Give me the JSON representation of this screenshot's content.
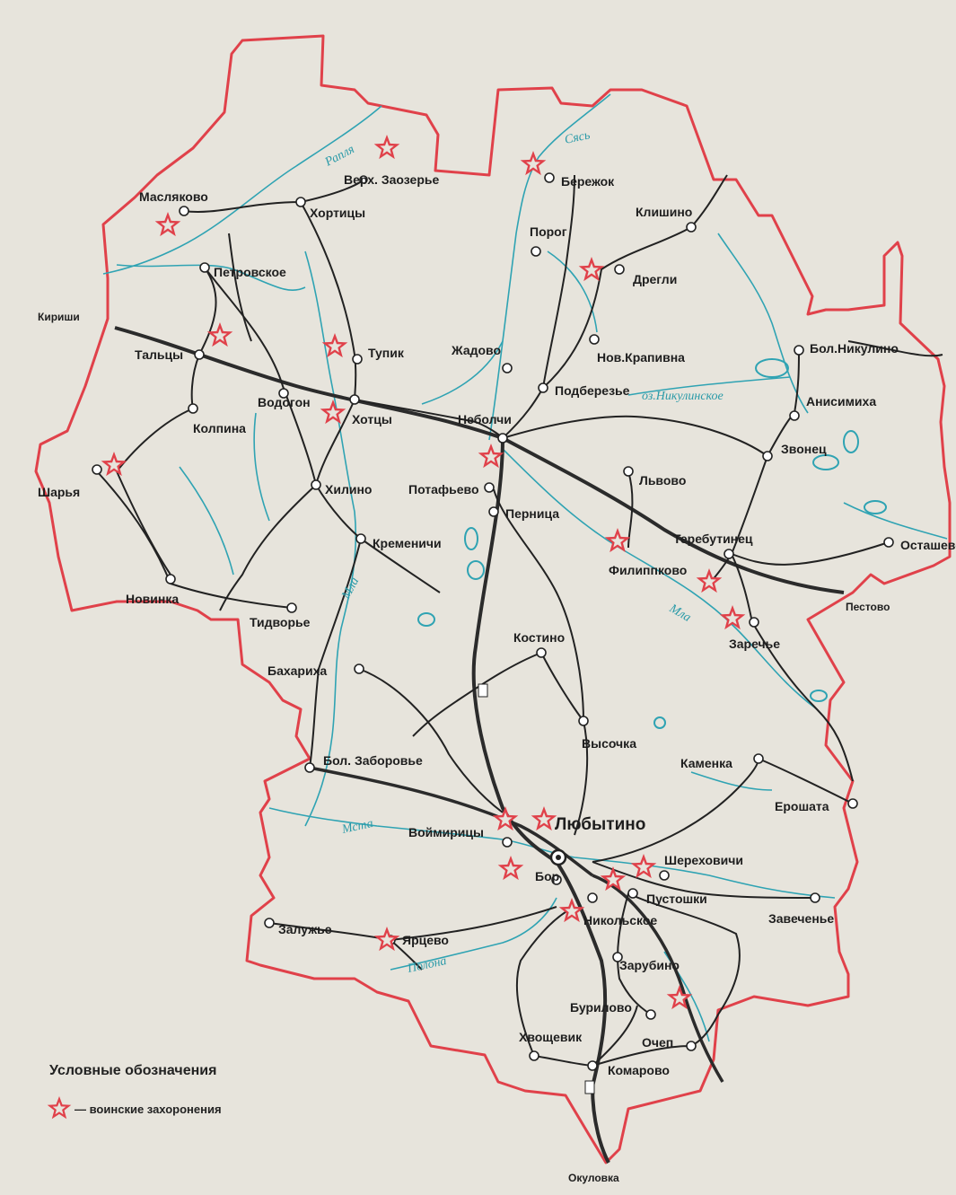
{
  "map": {
    "colors": {
      "background": "#e7e4dc",
      "border": "#e0414a",
      "road": "#222222",
      "railway": "#2b2b2b",
      "river": "#2fa3b3",
      "lake": "#2fa3b3",
      "marker": "#e0414a"
    },
    "labels": {
      "masliakovo": "Масляково",
      "verkh_zaozerie": "Верх. Заозерье",
      "khortitsy": "Хортицы",
      "berezhok": "Бережок",
      "klishino": "Клишино",
      "porog": "Порог",
      "dregli": "Дрегли",
      "petrovskoe": "Петровское",
      "kirishi": "Кириши",
      "talcy": "Тальцы",
      "tupik": "Тупик",
      "zhadovo": "Жадово",
      "nov_krapivna": "Нов.Крапивна",
      "bol_nikulino": "Бол.Никулино",
      "vodogon": "Водогон",
      "khotcy": "Хотцы",
      "podberezie": "Подберезье",
      "nebolchi": "Неболчи",
      "anisimikha": "Анисимиха",
      "kolpina": "Колпина",
      "zvonec": "Звонец",
      "sharia": "Шарья",
      "khilino": "Хилино",
      "potafievo": "Потафьево",
      "lvovo": "Львово",
      "pernica": "Перница",
      "kremenichi": "Кременичи",
      "terebutinec": "Теребутинец",
      "filippkovo": "Филиппково",
      "ostashevo": "Осташево",
      "novinka": "Новинка",
      "tidvorie": "Тидворье",
      "pestovo": "Пестово",
      "zarechie": "Заречье",
      "kostino": "Костино",
      "bakharikha": "Бахариха",
      "vysochka": "Высочка",
      "kamenka": "Каменка",
      "bol_zaborovie": "Бол. Заборовье",
      "eroshata": "Ерошата",
      "lyubytino": "Любытино",
      "voimiricy": "Воймирицы",
      "shereкhovichi": "Шереховичи",
      "bor": "Бор",
      "pustoshki": "Пустошки",
      "nikolskoe": "Никольское",
      "zavechenie": "Завеченье",
      "zaluzhie": "Залужье",
      "yarcevo": "Ярцево",
      "zarubino": "Зарубино",
      "burilovo": "Бурилово",
      "khvoshchevik": "Хвощевик",
      "ochep": "Очеп",
      "komarovo": "Комарово",
      "okulovka": "Окуловка"
    },
    "rivers": {
      "raplia": "Рапля",
      "syas": "Сясь",
      "mla_west": "Мла",
      "mla_east": "Мла",
      "msta": "Мста",
      "polona": "Полона",
      "lake_nikulinskoe": "оз.Никулинское"
    }
  },
  "legend": {
    "title": "Условные обозначения",
    "item_text": "— воинские захоронения",
    "marker_icon": "red-star-icon"
  }
}
